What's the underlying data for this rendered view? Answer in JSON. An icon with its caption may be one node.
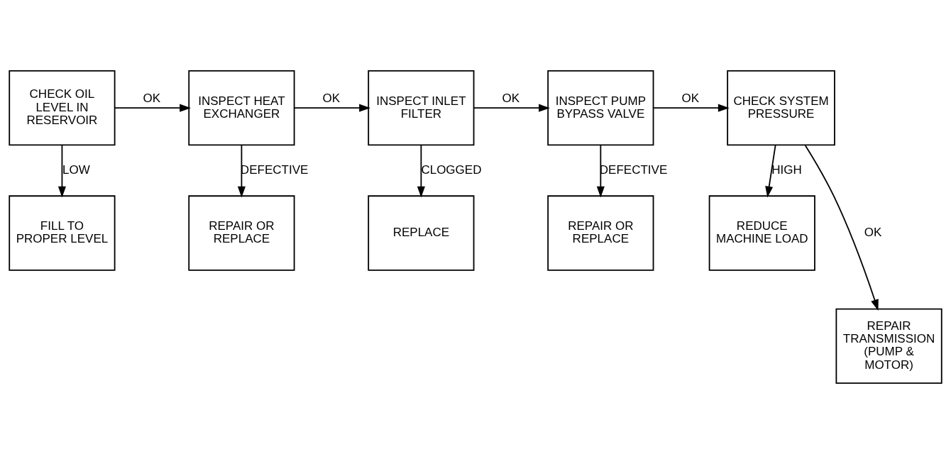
{
  "diagram": {
    "nodes": [
      {
        "text": [
          "CHECK OIL LEVEL IN RESERVOIR"
        ]
      },
      {
        "text": [
          "INSPECT HEAT EXCHANGER"
        ]
      },
      {
        "text": [
          "INSPECT INLET FILTER"
        ]
      },
      {
        "text": [
          "INSPECT PUMP BYPASS VALVE"
        ]
      },
      {
        "text": [
          "CHECK SYSTEM PRESSURE"
        ]
      },
      {
        "text": [
          "FILL TO PROPER LEVEL"
        ]
      },
      {
        "text": [
          "REPAIR OR REPLACE"
        ]
      },
      {
        "text": [
          "REPLACE"
        ]
      },
      {
        "text": [
          "REPAIR OR REPLACE"
        ]
      },
      {
        "text": [
          "REDUCE MACHINE LOAD"
        ]
      },
      {
        "text": [
          "REPAIR TRANSMISSION (PUMP & MOTOR)"
        ]
      }
    ],
    "edges": [
      {
        "from": 0,
        "to": 1,
        "arrow": "to",
        "label": "OK"
      },
      {
        "from": 1,
        "to": 2,
        "arrow": "to",
        "label": "OK"
      },
      {
        "from": 2,
        "to": 3,
        "arrow": "to",
        "label": "OK"
      },
      {
        "from": 3,
        "to": 4,
        "arrow": "to",
        "label": "OK"
      },
      {
        "from": 4,
        "to": 10,
        "arrow": "to",
        "label": "OK"
      },
      {
        "from": 0,
        "to": 5,
        "arrow": "to",
        "label": "LOW"
      },
      {
        "from": 1,
        "to": 6,
        "arrow": "to",
        "label": "DEFECTIVE"
      },
      {
        "from": 2,
        "to": 7,
        "arrow": "to",
        "label": "CLOGGED"
      },
      {
        "from": 3,
        "to": 8,
        "arrow": "to",
        "label": "DEFECTIVE"
      },
      {
        "from": 4,
        "to": 9,
        "arrow": "to",
        "label": "HIGH"
      }
    ]
  }
}
